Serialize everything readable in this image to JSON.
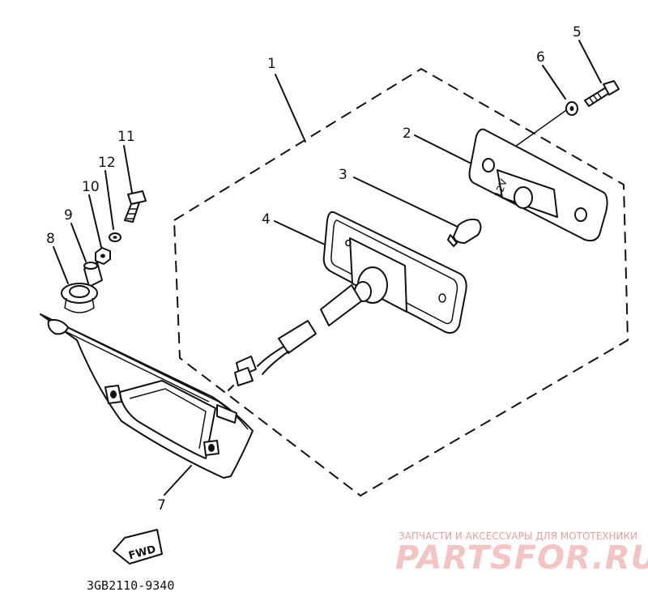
{
  "callouts": {
    "c1": "1",
    "c2": "2",
    "c3": "3",
    "c4": "4",
    "c5": "5",
    "c6": "6",
    "c7": "7",
    "c8": "8",
    "c9": "9",
    "c10": "10",
    "c11": "11",
    "c12": "12"
  },
  "fwd_label": "FWD",
  "part_number": "3GB2110-9340",
  "bulb_marking": "12V",
  "watermark": {
    "tagline": "ЗАПЧАСТИ И АКСЕССУАРЫ ДЛЯ МОТОТЕХНИКИ",
    "brand": "PARTSFOR.RU"
  }
}
